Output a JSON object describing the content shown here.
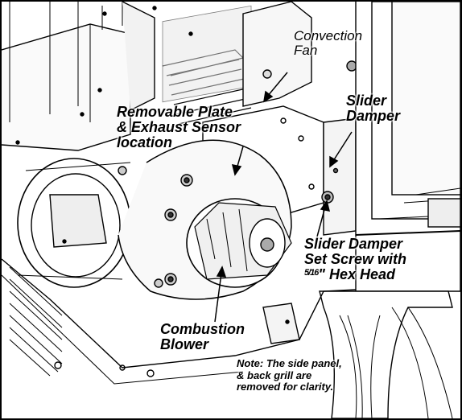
{
  "labels": {
    "convection_fan": {
      "line1": "Convection",
      "line2": "Fan"
    },
    "removable_plate": {
      "line1": "Removable Plate",
      "line2": "& Exhaust Sensor",
      "line3": "location"
    },
    "slider_damper": {
      "line1": "Slider",
      "line2": "Damper"
    },
    "slider_damper_screw": {
      "line1": "Slider Damper",
      "line2": "Set Screw with",
      "fraction": "5/16",
      "line3_rest": "\" Hex Head"
    },
    "combustion_blower": {
      "line1": "Combustion",
      "line2": "Blower"
    }
  },
  "note": {
    "line1": "Note: The side panel,",
    "line2": "& back grill are",
    "line3": "removed for clarity."
  },
  "colors": {
    "ink": "#000000",
    "paper": "#ffffff",
    "shade": "#d9d9d9",
    "dark": "#555555"
  }
}
